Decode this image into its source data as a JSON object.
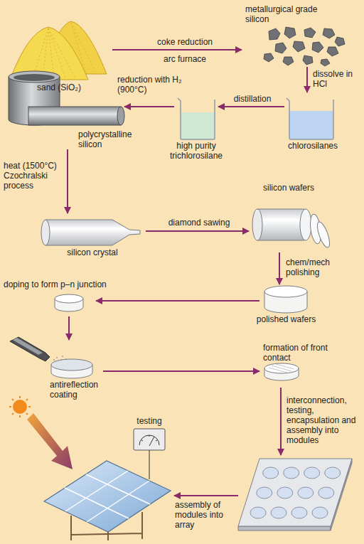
{
  "diagram": {
    "nodes": [
      {
        "text": [
          "sand (SiO₂)"
        ]
      },
      {
        "text": [
          "metallurgical grade silicon"
        ]
      },
      {
        "text": [
          "chlorosilanes"
        ]
      },
      {
        "text": [
          "high purity trichlorosilane"
        ]
      },
      {
        "text": [
          "polycrystalline silicon"
        ]
      },
      {
        "text": [
          "silicon crystal"
        ]
      },
      {
        "text": [
          "silicon wafers"
        ]
      },
      {
        "text": [
          "polished wafers"
        ]
      },
      {
        "text": [
          "doping to form p–n junction"
        ]
      },
      {
        "text": [
          "antireflection coating"
        ]
      },
      {
        "text": [
          "formation of front contact"
        ]
      },
      {
        "text": []
      },
      {
        "text": [
          "testing"
        ]
      },
      {
        "text": []
      }
    ],
    "edges": [
      {
        "from": 0,
        "to": 1,
        "arrow": "to",
        "label": "coke reduction"
      },
      {
        "from": 1,
        "to": 2,
        "arrow": "to",
        "label": "dissolve in HCl"
      },
      {
        "from": 2,
        "to": 3,
        "arrow": "to",
        "label": "distillation"
      },
      {
        "from": 3,
        "to": 4,
        "arrow": "to",
        "label": "reduction with H₂ (900°C)"
      },
      {
        "from": 4,
        "to": 5,
        "arrow": "to",
        "label": "heat (1500°C) Czochralski process"
      },
      {
        "from": 5,
        "to": 6,
        "arrow": "to",
        "label": "diamond sawing"
      },
      {
        "from": 6,
        "to": 7,
        "arrow": "to",
        "label": "chem/mech polishing"
      },
      {
        "from": 7,
        "to": 8,
        "arrow": "to"
      },
      {
        "from": 8,
        "to": 9,
        "arrow": "to"
      },
      {
        "from": 9,
        "to": 10,
        "arrow": "to"
      },
      {
        "from": 10,
        "to": 11,
        "arrow": "to",
        "label": "interconnection, testing, encapsulation and assembly into modules"
      },
      {
        "from": 11,
        "to": 13,
        "arrow": "to",
        "label": "assembly of modules into array"
      },
      {
        "from": 12,
        "to": 13,
        "arrow": "none"
      }
    ],
    "labels": [
      "arc furnace"
    ]
  }
}
